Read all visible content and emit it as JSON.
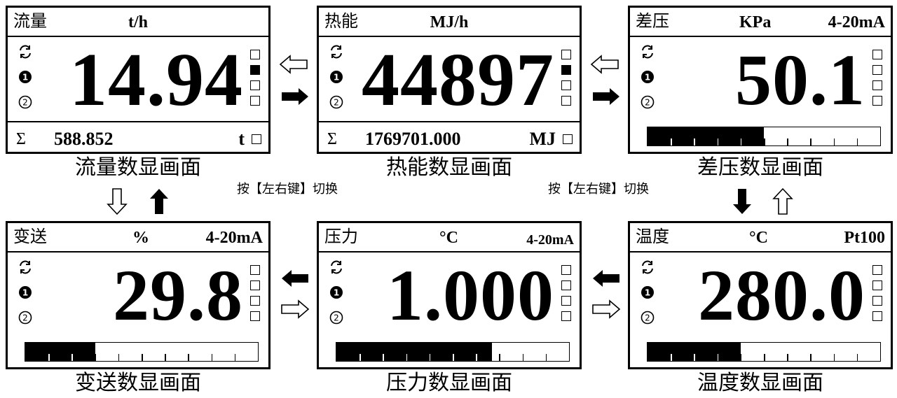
{
  "screens": {
    "flow": {
      "title": "流量",
      "unit": "t/h",
      "value": "14.94",
      "total_symbol": "Σ",
      "total": "588.852",
      "total_unit": "t",
      "caption": "流量数显画面",
      "status_boxes": [
        false,
        true,
        false,
        false
      ]
    },
    "heat": {
      "title": "热能",
      "unit": "MJ/h",
      "value": "44897",
      "total_symbol": "Σ",
      "total": "1769701.000",
      "total_unit": "MJ",
      "caption": "热能数显画面",
      "status_boxes": [
        false,
        true,
        false,
        false
      ]
    },
    "diff_pressure": {
      "title": "差压",
      "unit": "KPa",
      "signal": "4-20mA",
      "value": "50.1",
      "caption": "差压数显画面",
      "bar_fraction": 0.5,
      "status_boxes": [
        false,
        false,
        false,
        false
      ]
    },
    "transmitter": {
      "title": "变送",
      "unit": "%",
      "signal": "4-20mA",
      "value": "29.8",
      "caption": "变送数显画面",
      "bar_fraction": 0.3,
      "status_boxes": [
        false,
        false,
        false,
        false
      ]
    },
    "pressure": {
      "title": "压力",
      "unit": "°C",
      "signal": "4-20mA",
      "value": "1.000",
      "caption": "压力数显画面",
      "bar_fraction": 0.67,
      "status_boxes": [
        false,
        false,
        false,
        false
      ]
    },
    "temperature": {
      "title": "温度",
      "unit": "°C",
      "signal": "Pt100",
      "value": "280.0",
      "caption": "温度数显画面",
      "bar_fraction": 0.4,
      "status_boxes": [
        false,
        false,
        false,
        false
      ]
    }
  },
  "switch_note": "按【左右键】切换",
  "icons": {
    "mode_icons": [
      "cycle-icon",
      "channel-1-icon",
      "channel-2-icon"
    ],
    "arrows": [
      "arrow-left-hollow-icon",
      "arrow-right-solid-icon",
      "arrow-down-solid-icon",
      "arrow-up-hollow-icon",
      "arrow-left-solid-icon",
      "arrow-right-hollow-icon",
      "arrow-down-hollow-icon",
      "arrow-up-solid-icon"
    ]
  },
  "colors": {
    "ink": "#000000",
    "background": "#ffffff"
  }
}
